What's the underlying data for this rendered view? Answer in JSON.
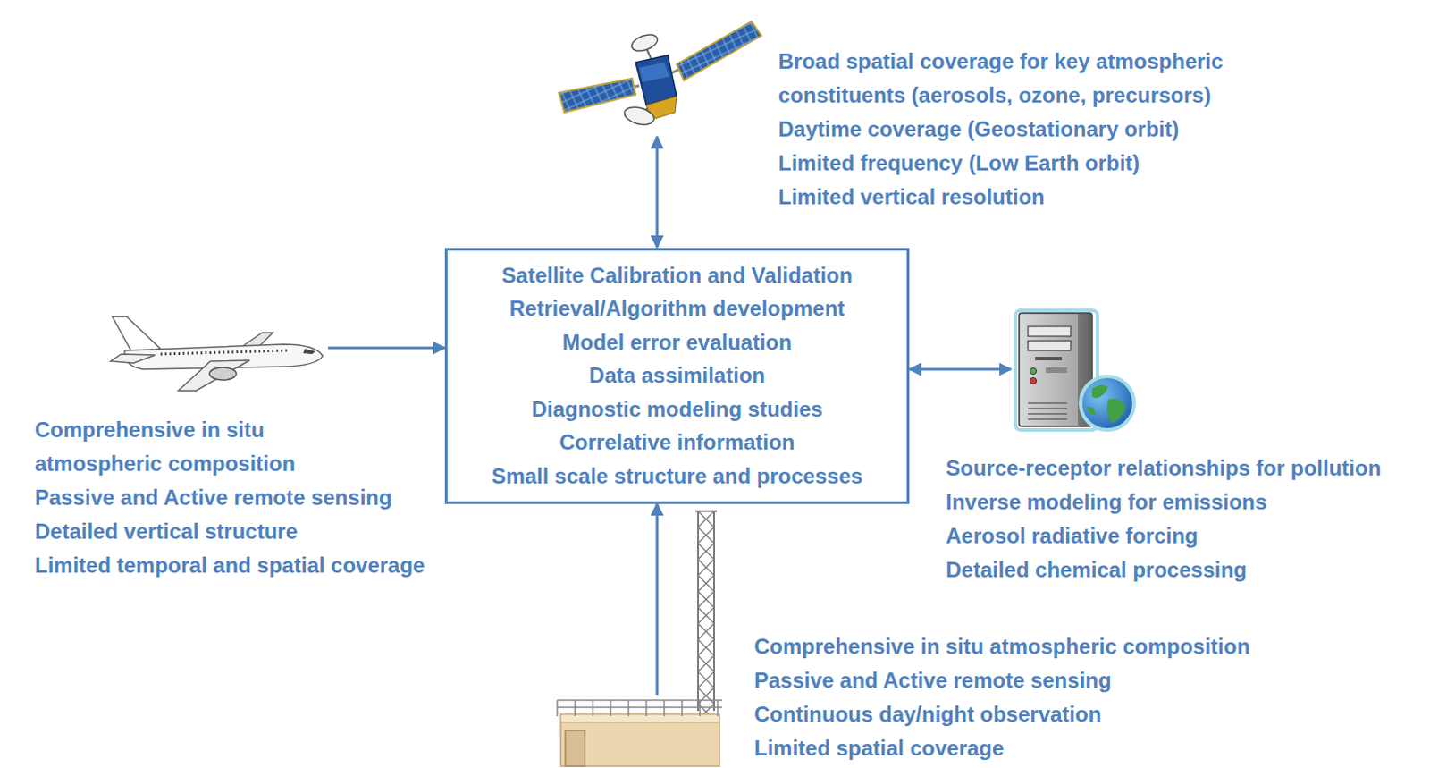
{
  "diagram": {
    "nodes": [
      {
        "text": [
          "Broad spatial coverage for key atmospheric constituents (aerosols, ozone, precursors)",
          "Daytime coverage (Geostationary orbit)",
          "Limited frequency (Low Earth orbit)",
          "Limited vertical resolution"
        ]
      },
      {
        "text": [
          "Comprehensive in situ atmospheric composition",
          "Passive and Active remote sensing",
          "Detailed vertical structure",
          "Limited temporal and spatial coverage"
        ]
      },
      {
        "text": [
          "Satellite Calibration and Validation",
          "Retrieval/Algorithm development",
          "Model error evaluation",
          "Data assimilation",
          "Diagnostic modeling studies",
          "Correlative information",
          "Small scale structure and processes"
        ]
      },
      {
        "text": [
          "Source-receptor relationships for pollution",
          "Inverse modeling for emissions",
          "Aerosol radiative forcing",
          "Detailed chemical processing"
        ]
      },
      {
        "text": [
          "Comprehensive in situ atmospheric composition",
          "Passive and Active remote sensing",
          "Continuous day/night observation",
          "Limited spatial coverage"
        ]
      }
    ],
    "edges": [
      {
        "from": 2,
        "to": 0,
        "arrow": "both"
      },
      {
        "from": 1,
        "to": 2,
        "arrow": "to"
      },
      {
        "from": 2,
        "to": 3,
        "arrow": "both"
      },
      {
        "from": 4,
        "to": 2,
        "arrow": "to"
      }
    ]
  }
}
